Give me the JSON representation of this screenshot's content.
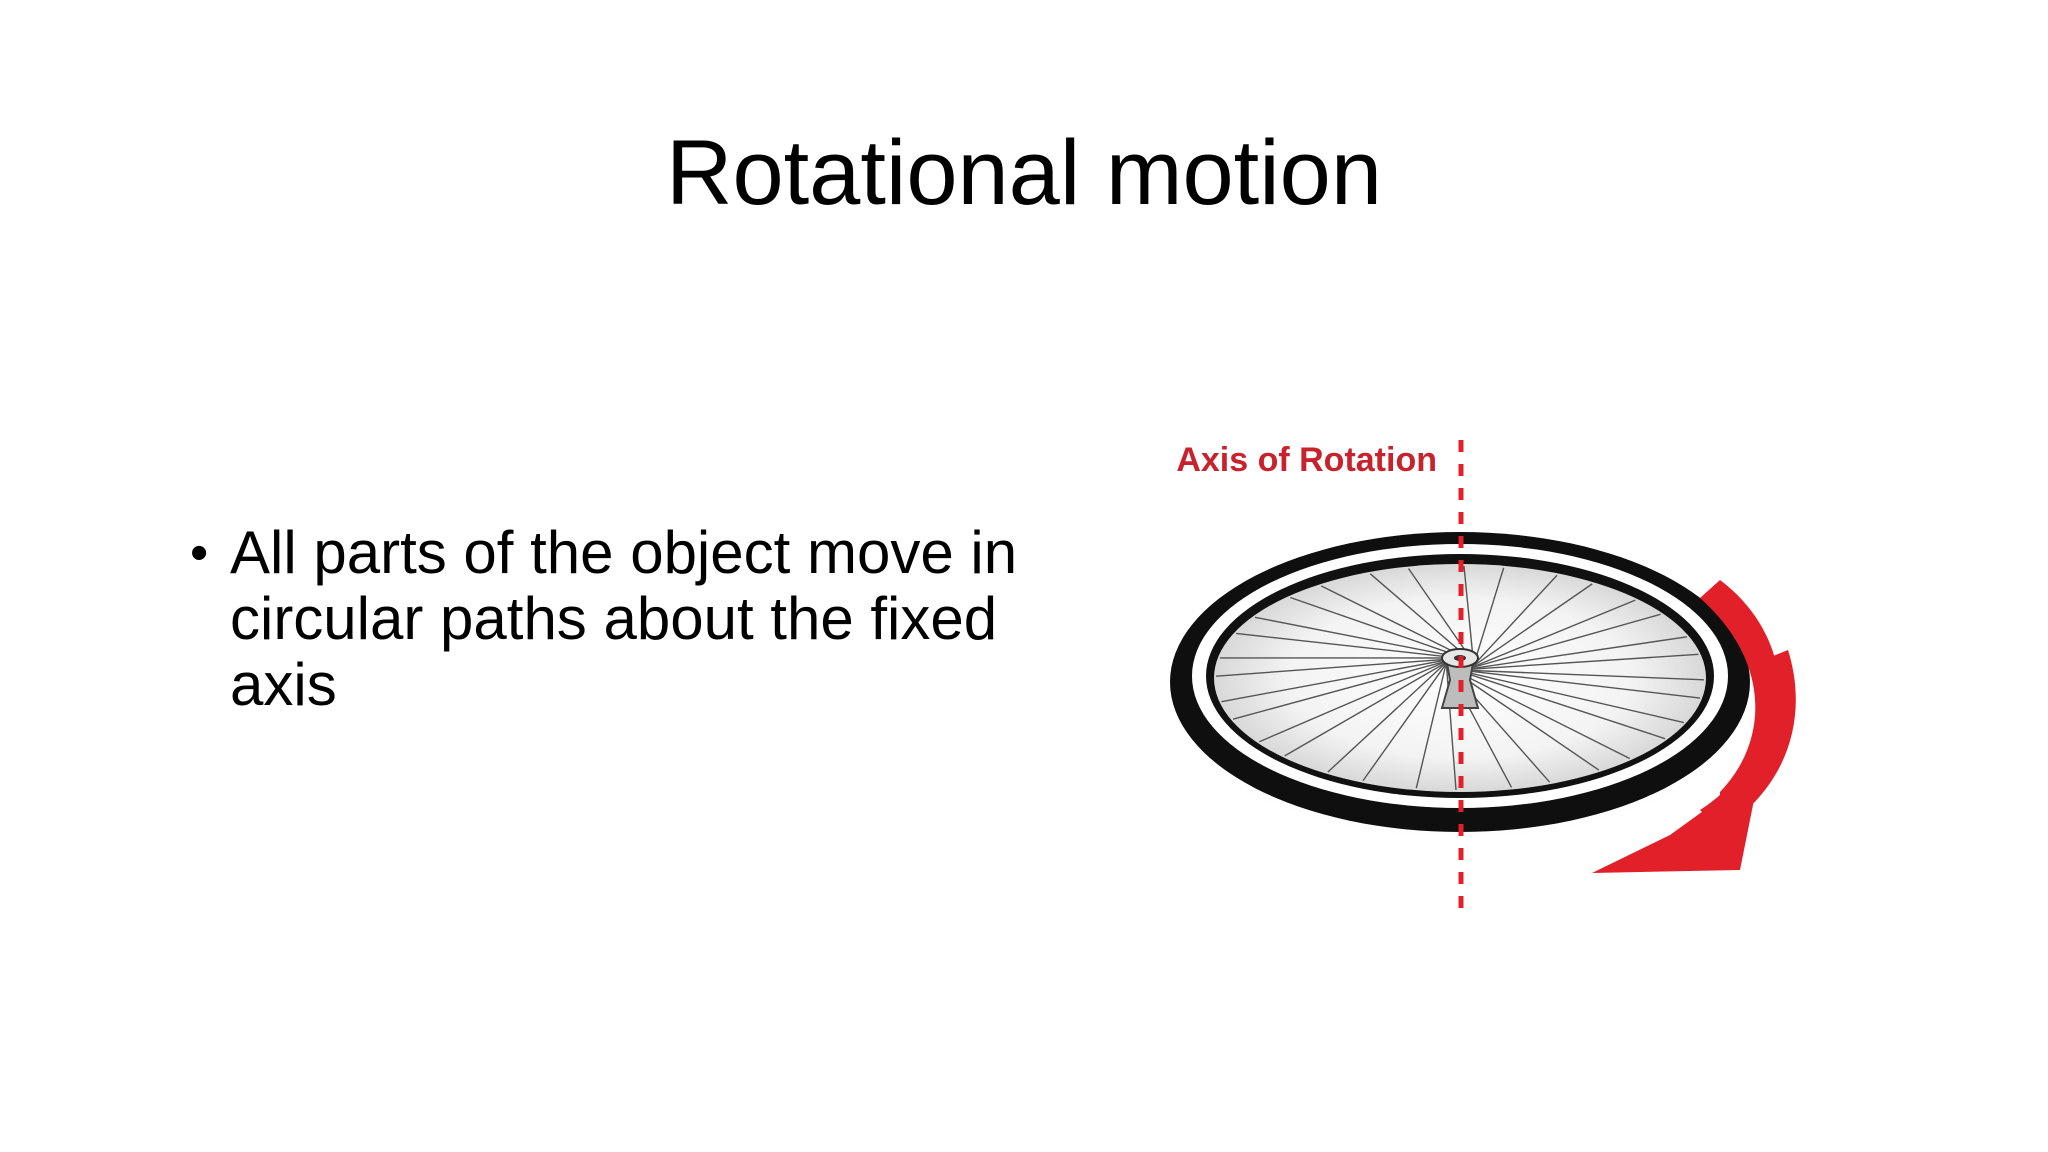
{
  "slide": {
    "title": "Rotational motion",
    "bullets": [
      {
        "marker": "•",
        "text": "All parts of the object move in circular paths about the fixed axis"
      }
    ],
    "figure": {
      "axis_label": "Axis of Rotation",
      "accent_color": "#e2202a",
      "tire_color": "#0f0f0f",
      "spoke_color": "#555555"
    }
  }
}
